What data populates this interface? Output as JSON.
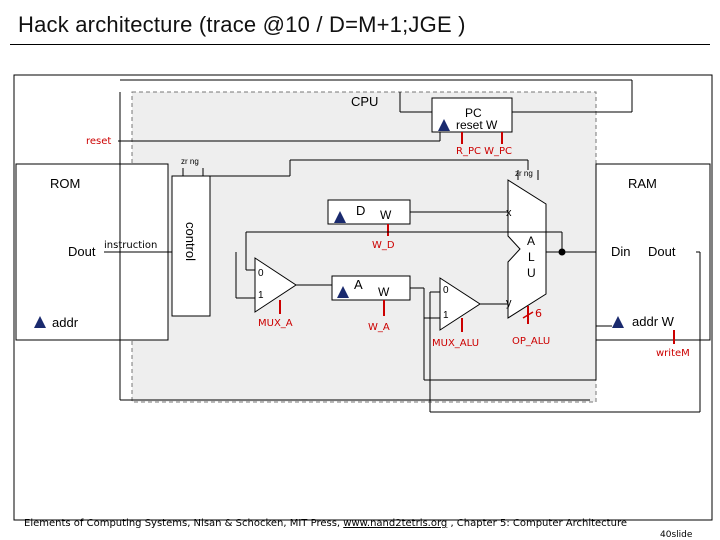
{
  "title": "Hack architecture (trace @10 / D=M+1;JGE )",
  "cpu": {
    "label": "CPU"
  },
  "pc": {
    "label": "PC",
    "reset_w": "reset W",
    "r_pc_w_pc": "R_PC W_PC"
  },
  "reset_label": "reset",
  "flags_left": "zr  ng",
  "flags_right": "zr  ng",
  "rom": {
    "label": "ROM",
    "dout": "Dout",
    "instruction": "instruction",
    "addr": "addr"
  },
  "control_label": "control",
  "d_reg": {
    "label": "D",
    "w": "W",
    "w_d": "W_D"
  },
  "a_reg": {
    "label": "A",
    "w": "W",
    "w_a": "W_A"
  },
  "mux_a": {
    "in0": "0",
    "in1": "1",
    "label": "MUX_A"
  },
  "mux_alu": {
    "in0": "0",
    "in1": "1",
    "label": "MUX_ALU"
  },
  "alu": {
    "label_a": "A",
    "label_l": "L",
    "label_u": "U",
    "x": "x",
    "y": "y",
    "op": "6",
    "op_label": "OP_ALU"
  },
  "ram": {
    "label": "RAM",
    "din": "Din",
    "dout": "Dout",
    "addr_w": "addr W",
    "write_m": "writeM"
  },
  "footer": {
    "text_before": "Elements of Computing Systems, Nisan & Schocken, MIT Press, ",
    "link": "www.nand2tetris.org",
    "text_after": " , Chapter 5: Computer Architecture"
  },
  "slide_number": "40slide",
  "colors": {
    "accent": "#cc0000",
    "triangle": "#1a2a6e",
    "cpu_fill": "#eeeeee"
  }
}
